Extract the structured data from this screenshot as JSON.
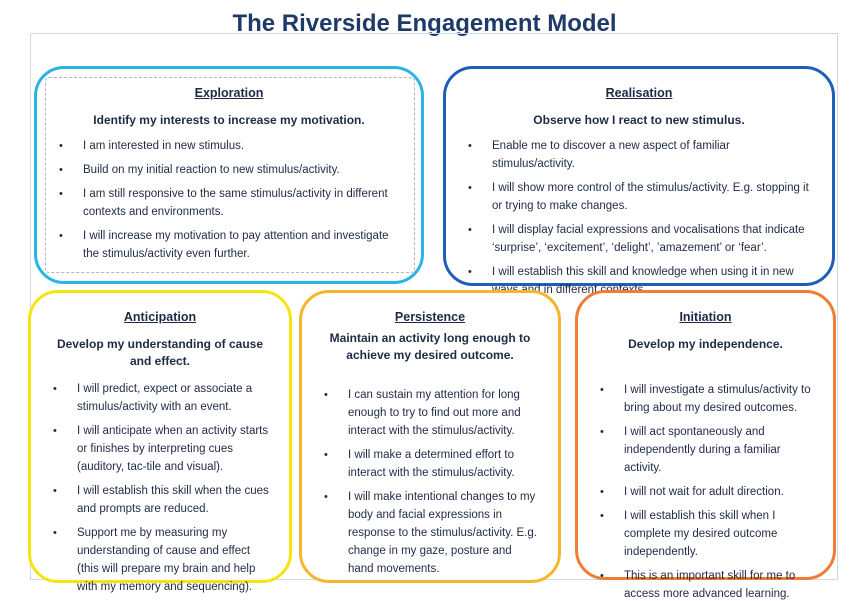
{
  "title": "The Riverside Engagement Model",
  "exploration": {
    "heading": "Exploration",
    "subheading": "Identify my interests to increase my motivation.",
    "items": [
      "I am interested in new stimulus.",
      "Build on my initial reaction to new stimulus/activity.",
      "I am still responsive to the same stimulus/activity in different contexts and environments.",
      "I will increase my motivation to pay attention and investigate the stimulus/activity even further."
    ]
  },
  "realisation": {
    "heading": "Realisation",
    "subheading": "Observe how I react to new stimulus.",
    "items": [
      "Enable me to discover a new aspect of familiar stimulus/activity.",
      "I will show more control of the stimulus/activity. E.g. stopping it or trying to make changes.",
      "I will display facial expressions and vocalisations that indicate ‘surprise’, ‘excitement’, ‘delight’, ’amazement’ or ‘fear’.",
      "I will establish this skill and knowledge when using it in new ways and in different contexts."
    ]
  },
  "anticipation": {
    "heading": "Anticipation",
    "subheading": "Develop my understanding of cause and effect.",
    "items": [
      "I will predict, expect or associate a stimulus/activity with an event.",
      "I will anticipate when an activity starts or finishes by interpreting cues (auditory, tac-tile and visual).",
      "I will establish this skill when the cues and prompts are reduced.",
      "Support me by measuring my understanding of cause and effect (this will prepare my brain and help with my memory and sequencing)."
    ]
  },
  "persistence": {
    "heading": "Persistence",
    "subheading": "Maintain an activity long enough to achieve my desired outcome.",
    "items": [
      "I can sustain my attention for long enough to try to find out more and interact with the stimulus/activity.",
      "I will make a determined effort to interact with the stimulus/activity.",
      "I will make intentional changes to my body and facial expressions in response to the stimulus/activity. E.g. change in my gaze, posture and hand movements."
    ]
  },
  "initiation": {
    "heading": "Initiation",
    "subheading": "Develop my independence.",
    "items": [
      "I will investigate a stimulus/activity to bring about my desired outcomes.",
      "I will act spontaneously and independently during a familiar activity.",
      "I will not wait for adult direction.",
      "I will establish this skill when I complete my desired outcome independently.",
      "This is an important skill for me to access more advanced learning."
    ]
  }
}
